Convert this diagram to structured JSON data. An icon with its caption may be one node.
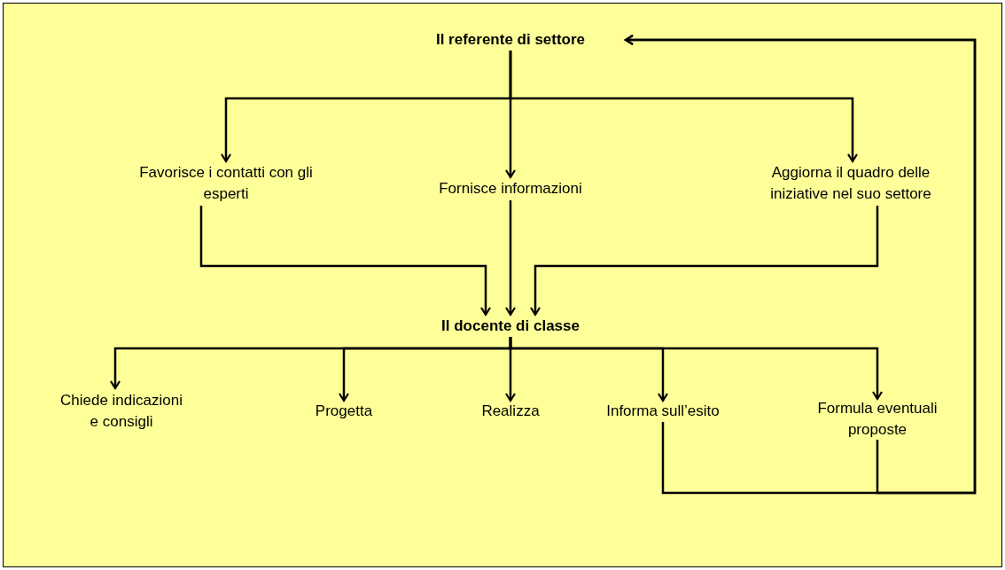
{
  "diagram": {
    "nodes": [
      {
        "text": [
          "Il referente di settore"
        ]
      },
      {
        "text": [
          "Favorisce i contatti con gli esperti"
        ]
      },
      {
        "text": [
          "Fornisce informazioni"
        ]
      },
      {
        "text": [
          "Aggiorna il quadro delle iniziative nel suo settore"
        ]
      },
      {
        "text": [
          "Il docente di classe"
        ]
      },
      {
        "text": [
          "Chiede indicazioni e consigli"
        ]
      },
      {
        "text": [
          "Progetta"
        ]
      },
      {
        "text": [
          "Realizza"
        ]
      },
      {
        "text": [
          "Informa sull’esito"
        ]
      },
      {
        "text": [
          "Formula eventuali proposte"
        ]
      }
    ],
    "edges": [
      {
        "from": 0,
        "to": 1,
        "arrow": "to"
      },
      {
        "from": 0,
        "to": 2,
        "arrow": "to"
      },
      {
        "from": 0,
        "to": 3,
        "arrow": "to"
      },
      {
        "from": 1,
        "to": 4,
        "arrow": "to"
      },
      {
        "from": 2,
        "to": 4,
        "arrow": "to"
      },
      {
        "from": 3,
        "to": 4,
        "arrow": "to"
      },
      {
        "from": 4,
        "to": 5,
        "arrow": "to"
      },
      {
        "from": 4,
        "to": 6,
        "arrow": "to"
      },
      {
        "from": 4,
        "to": 7,
        "arrow": "to"
      },
      {
        "from": 4,
        "to": 8,
        "arrow": "to"
      },
      {
        "from": 4,
        "to": 9,
        "arrow": "to"
      },
      {
        "from": 8,
        "to": 0,
        "arrow": "to"
      },
      {
        "from": 9,
        "to": 0,
        "arrow": "to"
      }
    ]
  }
}
